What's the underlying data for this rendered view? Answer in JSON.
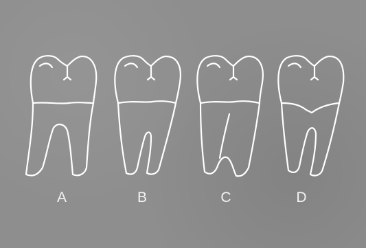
{
  "labels": {
    "a": "A",
    "b": "B",
    "c": "C",
    "d": "D"
  },
  "colors": {
    "background": "#8e8e8e",
    "outline": "#ffffff"
  }
}
